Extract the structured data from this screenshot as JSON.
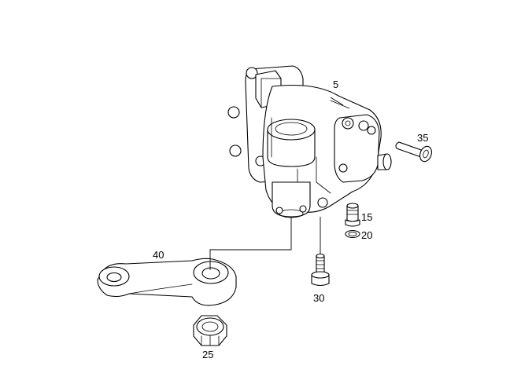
{
  "diagram": {
    "callouts": {
      "p5": "5",
      "p15": "15",
      "p20": "20",
      "p25": "25",
      "p30": "30",
      "p35": "35",
      "p40": "40"
    }
  }
}
